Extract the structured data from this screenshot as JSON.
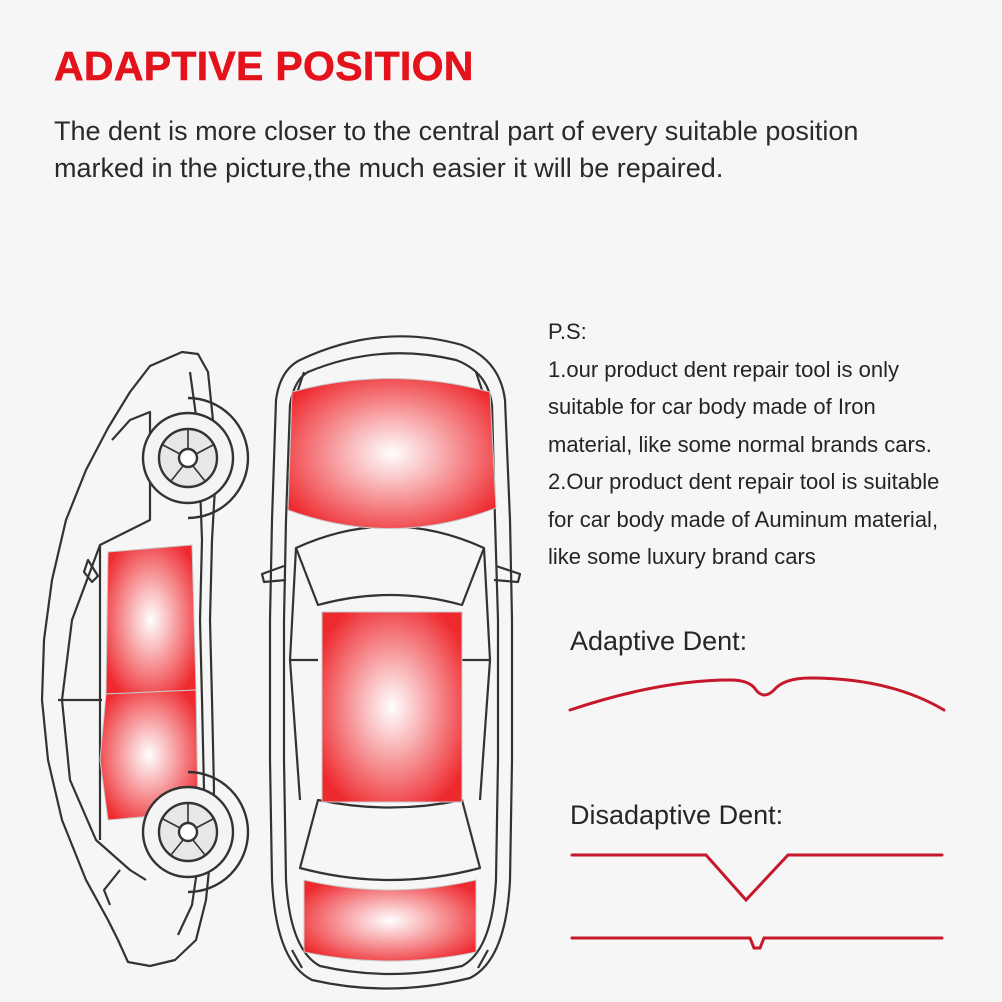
{
  "title": "ADAPTIVE POSITION",
  "subtitle": [
    "The dent is more closer to the central part of every suitable position",
    "marked in the picture,the much easier it will be repaired."
  ],
  "ps": {
    "heading": "P.S:",
    "lines": [
      "1.our product dent repair tool is only",
      "suitable for car body made of Iron",
      "material, like some normal brands cars.",
      "2.Our product dent repair tool is suitable",
      "for car body made of Auminum material,",
      "like some luxury brand cars"
    ]
  },
  "adaptive_dent_label": "Adaptive Dent:",
  "disadaptive_dent_label": "Disadaptive Dent:",
  "colors": {
    "title_red": "#e3121b",
    "curve_red": "#c5182a",
    "zone_red": "#ee2a2f",
    "outline": "#333333"
  }
}
